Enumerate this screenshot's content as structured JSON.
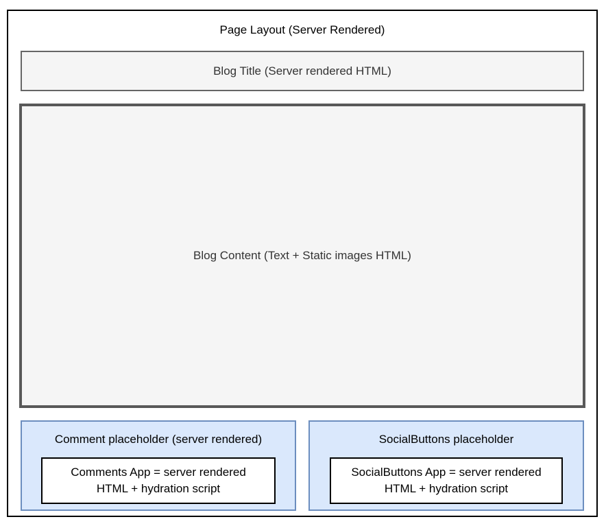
{
  "diagram": {
    "page_title": "Page Layout (Server Rendered)",
    "blog_title_label": "Blog Title (Server rendered HTML)",
    "blog_content_label": "Blog Content (Text + Static images HTML)",
    "comment": {
      "placeholder_label": "Comment placeholder (server rendered)",
      "app_line1": "Comments App = server rendered",
      "app_line2": "HTML + hydration script"
    },
    "social": {
      "placeholder_label": "SocialButtons placeholder",
      "app_line1": "SocialButtons App = server rendered",
      "app_line2": "HTML + hydration script"
    },
    "colors": {
      "outer_border": "#000000",
      "gray_box_fill": "#f5f5f5",
      "gray_box_border": "#666666",
      "content_box_border": "#595959",
      "placeholder_fill": "#dae8fc",
      "placeholder_border": "#6c8ebf",
      "app_box_fill": "#ffffff",
      "app_box_border": "#000000",
      "gray_box_text": "#333333",
      "text": "#000000"
    }
  }
}
